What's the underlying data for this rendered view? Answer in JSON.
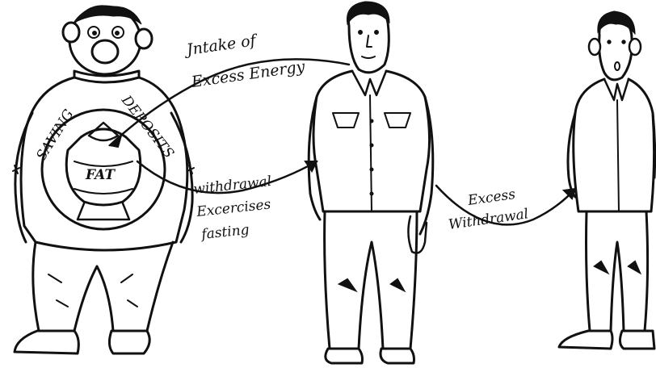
{
  "labels": {
    "intake_line1": "Jntake of",
    "intake_line2": "Excess Energy",
    "saving": "SAVING",
    "deposits": "DEPOSITS",
    "fat": "FAT",
    "withdrawal": "withdrawal",
    "exercises": "Excercises",
    "fasting": "fasting",
    "excess": "Excess",
    "excess_withdrawal": "Withdrawal"
  },
  "figures": [
    "fat-man",
    "normal-man",
    "thin-man"
  ],
  "colors": {
    "ink": "#111111",
    "paper": "#ffffff"
  }
}
